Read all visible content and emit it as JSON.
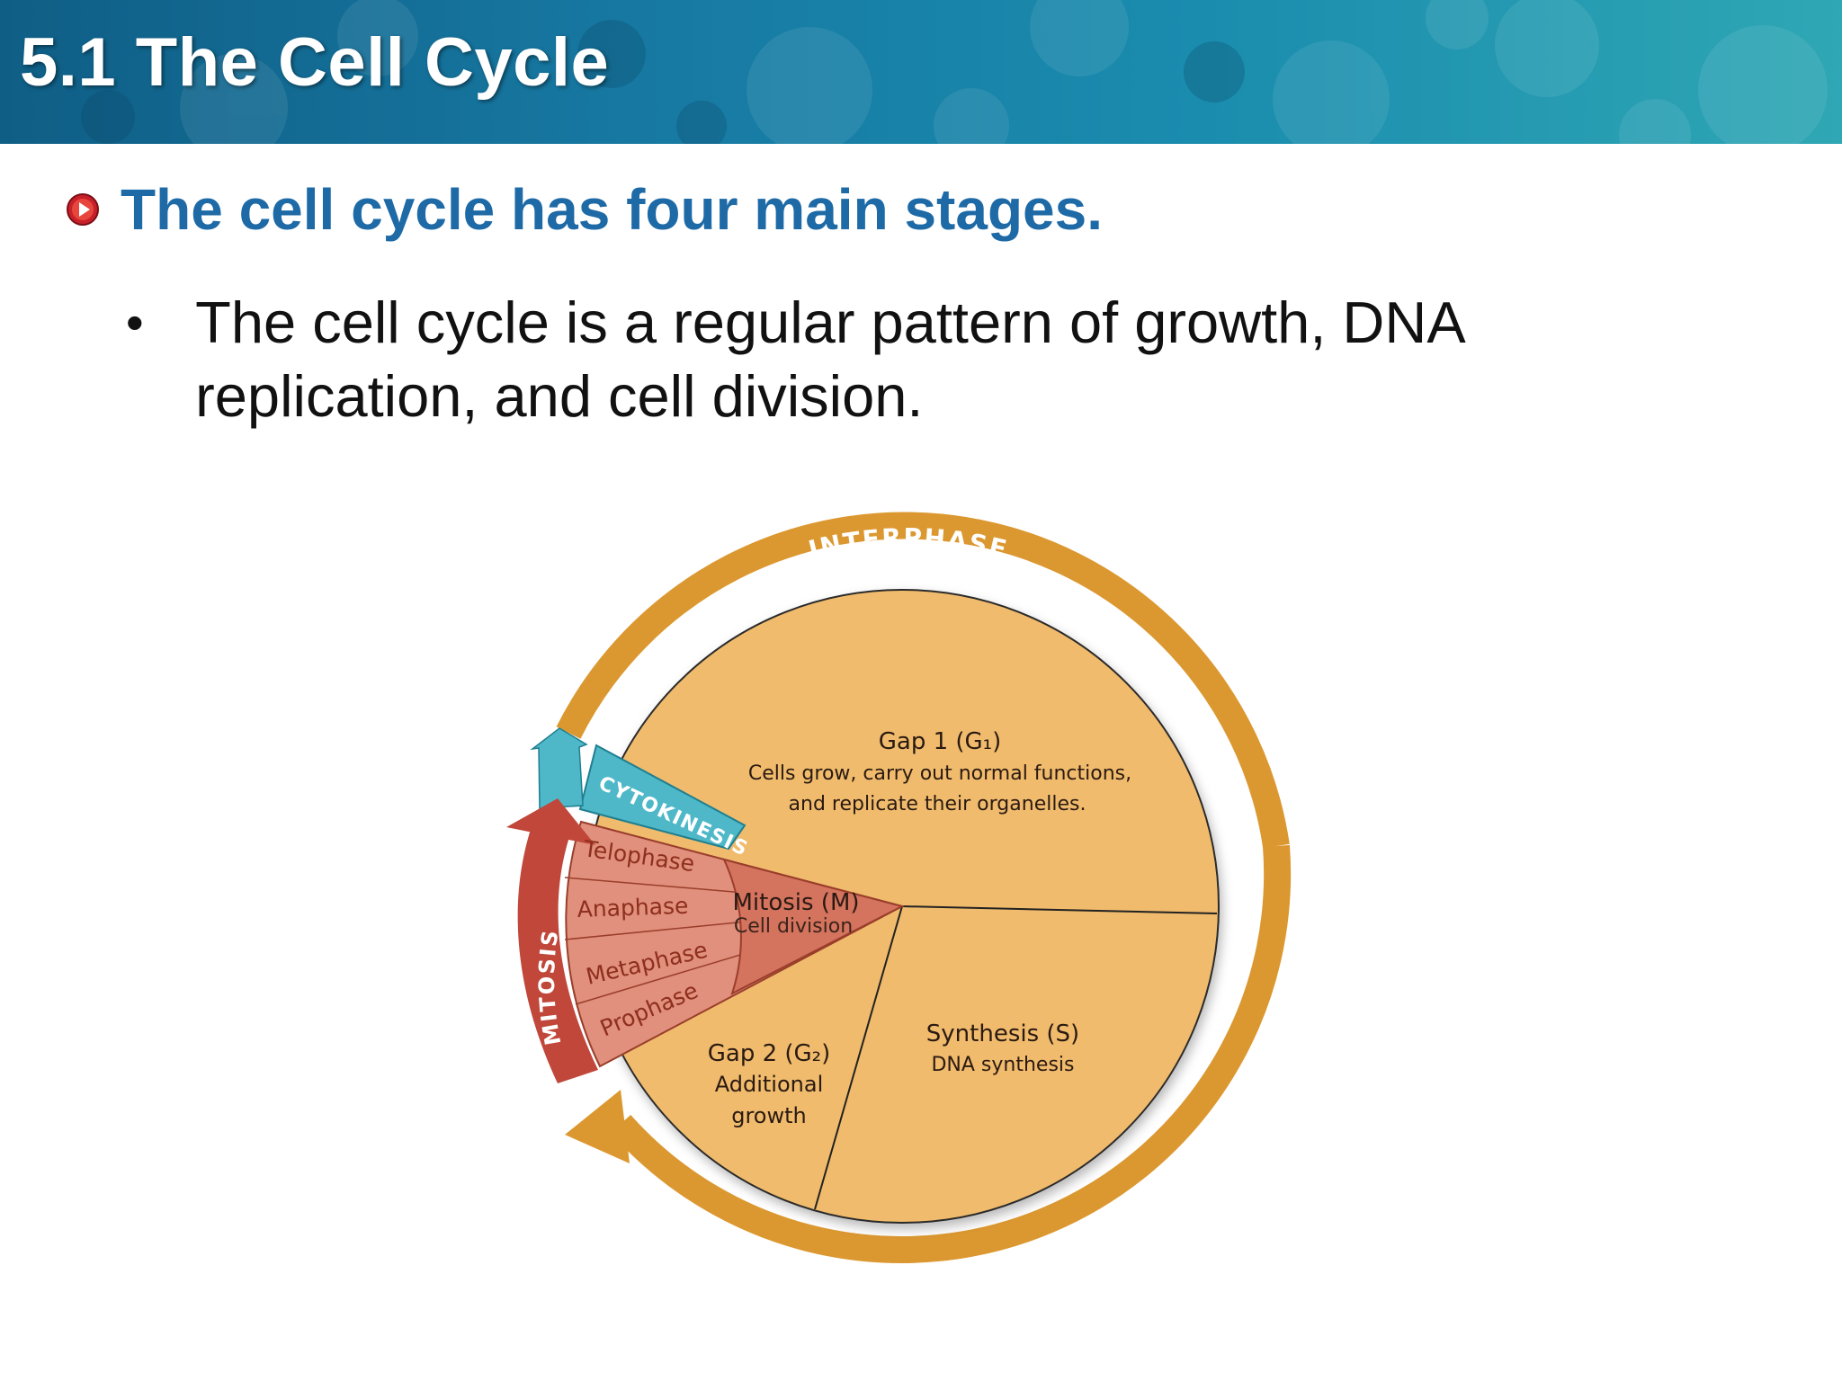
{
  "slide": {
    "title": "5.1 The Cell Cycle",
    "heading": "The cell cycle has four main stages.",
    "bullet": "The cell cycle is a regular pattern of growth, DNA replication, and cell division."
  },
  "diagram": {
    "interphase_label": "INTERPHASE",
    "mitosis_label": "MITOSIS",
    "cytokinesis_label": "CYTOKINESIS",
    "g1": {
      "title": "Gap 1 (G₁)",
      "line1": "Cells grow, carry out normal functions,",
      "line2": "and replicate their organelles."
    },
    "s": {
      "title": "Synthesis (S)",
      "line1": "DNA synthesis"
    },
    "g2": {
      "title": "Gap 2 (G₂)",
      "line1": "Additional",
      "line2": "growth"
    },
    "m": {
      "title": "Mitosis (M)",
      "line1": "Cell division"
    },
    "phases": [
      "Telophase",
      "Anaphase",
      "Metaphase",
      "Prophase"
    ]
  },
  "colors": {
    "banner": "#1779a2",
    "heading": "#1e6aa6",
    "interphase": "#f0bb6c",
    "mitosis_wedge": "#d4735e",
    "phase_band": "#e0907c",
    "cytokinesis": "#4fb8c8",
    "arrow_orange": "#dc9830",
    "arrow_red": "#c0473a"
  }
}
